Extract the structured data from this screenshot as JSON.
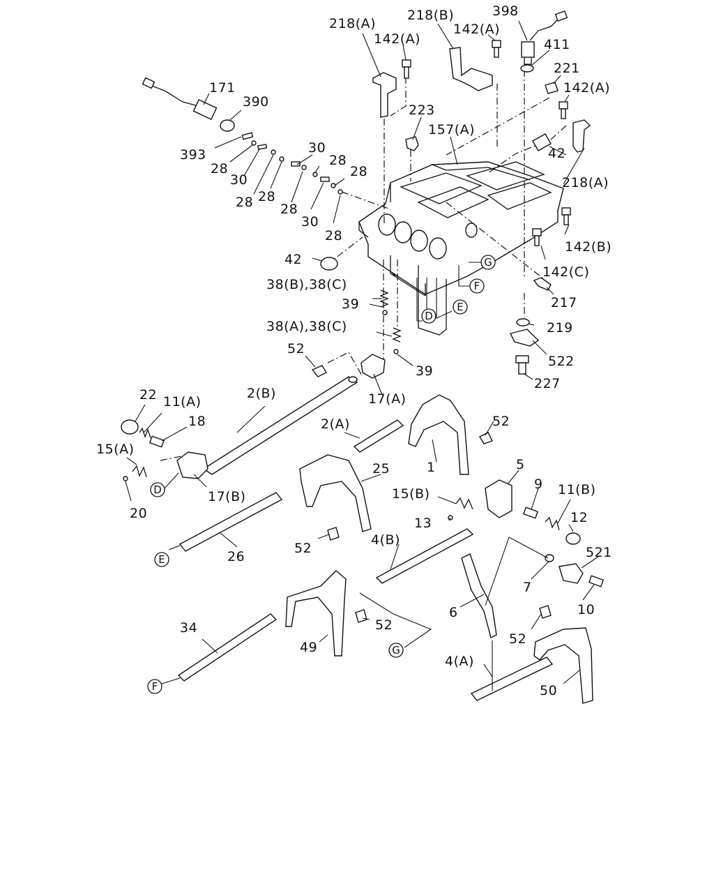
{
  "diagram": {
    "labels": [
      {
        "id": "l218a_top",
        "text": "218(A)"
      },
      {
        "id": "l142a_1",
        "text": "142(A)"
      },
      {
        "id": "l218b",
        "text": "218(B)"
      },
      {
        "id": "l142a_2",
        "text": "142(A)"
      },
      {
        "id": "l398",
        "text": "398"
      },
      {
        "id": "l411",
        "text": "411"
      },
      {
        "id": "l221",
        "text": "221"
      },
      {
        "id": "l142a_3",
        "text": "142(A)"
      },
      {
        "id": "l171",
        "text": "171"
      },
      {
        "id": "l390",
        "text": "390"
      },
      {
        "id": "l223",
        "text": "223"
      },
      {
        "id": "l157a",
        "text": "157(A)"
      },
      {
        "id": "l393",
        "text": "393"
      },
      {
        "id": "l30_a",
        "text": "30"
      },
      {
        "id": "l28_a",
        "text": "28"
      },
      {
        "id": "l28_b",
        "text": "28"
      },
      {
        "id": "l30_b",
        "text": "30"
      },
      {
        "id": "l28_c",
        "text": "28"
      },
      {
        "id": "l28_d",
        "text": "28"
      },
      {
        "id": "l28_e",
        "text": "28"
      },
      {
        "id": "l28_f",
        "text": "28"
      },
      {
        "id": "l30_c",
        "text": "30"
      },
      {
        "id": "l28_g",
        "text": "28"
      },
      {
        "id": "l42_r",
        "text": "42"
      },
      {
        "id": "l218a_r",
        "text": "218(A)"
      },
      {
        "id": "l142b",
        "text": "142(B)"
      },
      {
        "id": "l142c",
        "text": "142(C)"
      },
      {
        "id": "l42_l",
        "text": "42"
      },
      {
        "id": "l38bc",
        "text": "38(B),38(C)"
      },
      {
        "id": "l39_a",
        "text": "39"
      },
      {
        "id": "l217",
        "text": "217"
      },
      {
        "id": "l38ac",
        "text": "38(A),38(C)"
      },
      {
        "id": "l219",
        "text": "219"
      },
      {
        "id": "l52_a",
        "text": "52"
      },
      {
        "id": "l39_b",
        "text": "39"
      },
      {
        "id": "l522",
        "text": "522"
      },
      {
        "id": "l227",
        "text": "227"
      },
      {
        "id": "l17a",
        "text": "17(A)"
      },
      {
        "id": "l22",
        "text": "22"
      },
      {
        "id": "l11a",
        "text": "11(A)"
      },
      {
        "id": "l2b",
        "text": "2(B)"
      },
      {
        "id": "l18",
        "text": "18"
      },
      {
        "id": "l2a",
        "text": "2(A)"
      },
      {
        "id": "l52_b",
        "text": "52"
      },
      {
        "id": "l15a",
        "text": "15(A)"
      },
      {
        "id": "l1",
        "text": "1"
      },
      {
        "id": "l17b",
        "text": "17(B)"
      },
      {
        "id": "l20",
        "text": "20"
      },
      {
        "id": "l25",
        "text": "25"
      },
      {
        "id": "l5",
        "text": "5"
      },
      {
        "id": "l15b",
        "text": "15(B)"
      },
      {
        "id": "l9",
        "text": "9"
      },
      {
        "id": "l11b",
        "text": "11(B)"
      },
      {
        "id": "l13",
        "text": "13"
      },
      {
        "id": "l12",
        "text": "12"
      },
      {
        "id": "l26",
        "text": "26"
      },
      {
        "id": "l52_c",
        "text": "52"
      },
      {
        "id": "l4b",
        "text": "4(B)"
      },
      {
        "id": "l521",
        "text": "521"
      },
      {
        "id": "l7",
        "text": "7"
      },
      {
        "id": "l10",
        "text": "10"
      },
      {
        "id": "l6",
        "text": "6"
      },
      {
        "id": "l52_d",
        "text": "52"
      },
      {
        "id": "l52_e",
        "text": "52"
      },
      {
        "id": "l34",
        "text": "34"
      },
      {
        "id": "l49",
        "text": "49"
      },
      {
        "id": "l4a",
        "text": "4(A)"
      },
      {
        "id": "l50",
        "text": "50"
      }
    ],
    "reference_circles": [
      {
        "id": "cG_top",
        "text": "G"
      },
      {
        "id": "cF_top",
        "text": "F"
      },
      {
        "id": "cE_top",
        "text": "E"
      },
      {
        "id": "cD_top",
        "text": "D"
      },
      {
        "id": "cD_left",
        "text": "D"
      },
      {
        "id": "cE_left",
        "text": "E"
      },
      {
        "id": "cG_mid",
        "text": "G"
      },
      {
        "id": "cF_left",
        "text": "F"
      }
    ]
  }
}
